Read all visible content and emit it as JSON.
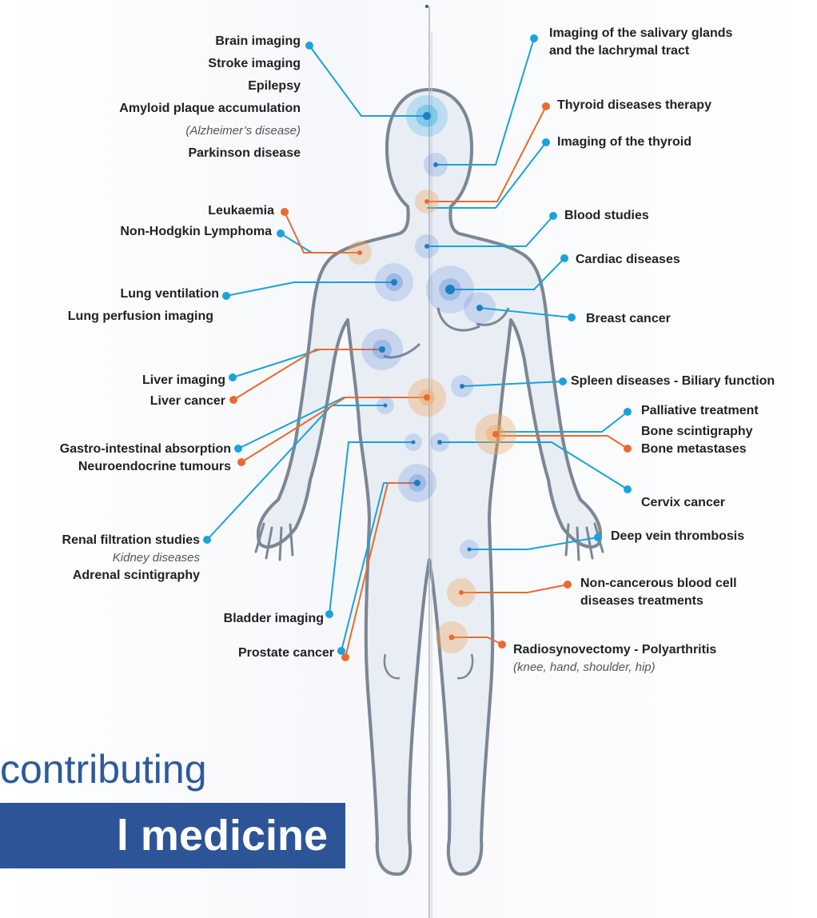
{
  "colors": {
    "diagnostic": "#1aa3d9",
    "therapy": "#ea6a2f",
    "accent": "#2d5496",
    "body_fill": "#e9eef5",
    "body_outline": "#7b8794"
  },
  "labels_left": {
    "brain_imaging": "Brain imaging",
    "stroke_imaging": "Stroke imaging",
    "epilepsy": "Epilepsy",
    "amyloid": "Amyloid plaque accumulation",
    "alzheimer": "(Alzheimer’s disease)",
    "parkinson": "Parkinson disease",
    "leukaemia": "Leukaemia",
    "nhl": "Non-Hodgkin Lymphoma",
    "lung_ventilation": "Lung ventilation",
    "lung_perfusion": "Lung perfusion imaging",
    "liver_imaging": "Liver imaging",
    "liver_cancer": "Liver cancer",
    "gastro": "Gastro-intestinal absorption",
    "neuroendocrine": "Neuroendocrine tumours",
    "renal": "Renal filtration studies",
    "kidney": "Kidney diseases",
    "adrenal": "Adrenal scintigraphy",
    "bladder": "Bladder imaging",
    "prostate": "Prostate cancer"
  },
  "labels_right": {
    "salivary_1": "Imaging of the salivary glands",
    "salivary_2": "and the lachrymal tract",
    "thyroid_therapy": "Thyroid diseases therapy",
    "thyroid_imaging": "Imaging of the thyroid",
    "blood_studies": "Blood studies",
    "cardiac": "Cardiac diseases",
    "breast": "Breast cancer",
    "spleen": "Spleen diseases - Biliary function",
    "palliative": "Palliative treatment",
    "bone_scint": "Bone scintigraphy",
    "bone_meta": "Bone metastases",
    "cervix": "Cervix cancer",
    "dvt": "Deep vein thrombosis",
    "noncancer_1": "Non-cancerous blood cell",
    "noncancer_2": "diseases treatments",
    "radiosyn": "Radiosynovectomy - Polyarthritis",
    "radiosyn_sub": "(knee, hand, shoulder, hip)"
  },
  "tagline": "contributing",
  "band_text": "l medicine"
}
